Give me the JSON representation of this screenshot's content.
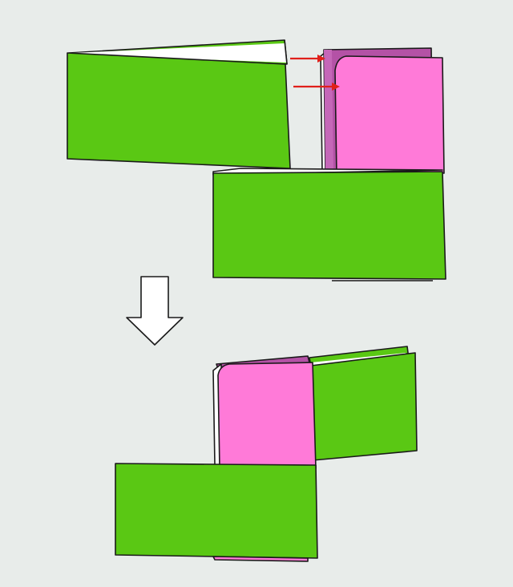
{
  "diagram": {
    "type": "origami-fold-steps",
    "steps": [
      {
        "id": "before",
        "description_visible_text": ""
      },
      {
        "id": "after",
        "description_visible_text": ""
      }
    ],
    "colors": {
      "background": "#e8ecea",
      "paper_front": "#5ac814",
      "paper_back_pink": "#ff7ad8",
      "paper_back_purple": "#b452a6",
      "paper_edge": "#ffffff",
      "outline": "#1a1a1a",
      "fold_arrow": "#e0201a",
      "step_arrow_fill": "#ffffff"
    },
    "icons": {
      "step_arrow": "down-arrow-icon",
      "fold_arrow": "right-arrow-icon"
    }
  }
}
